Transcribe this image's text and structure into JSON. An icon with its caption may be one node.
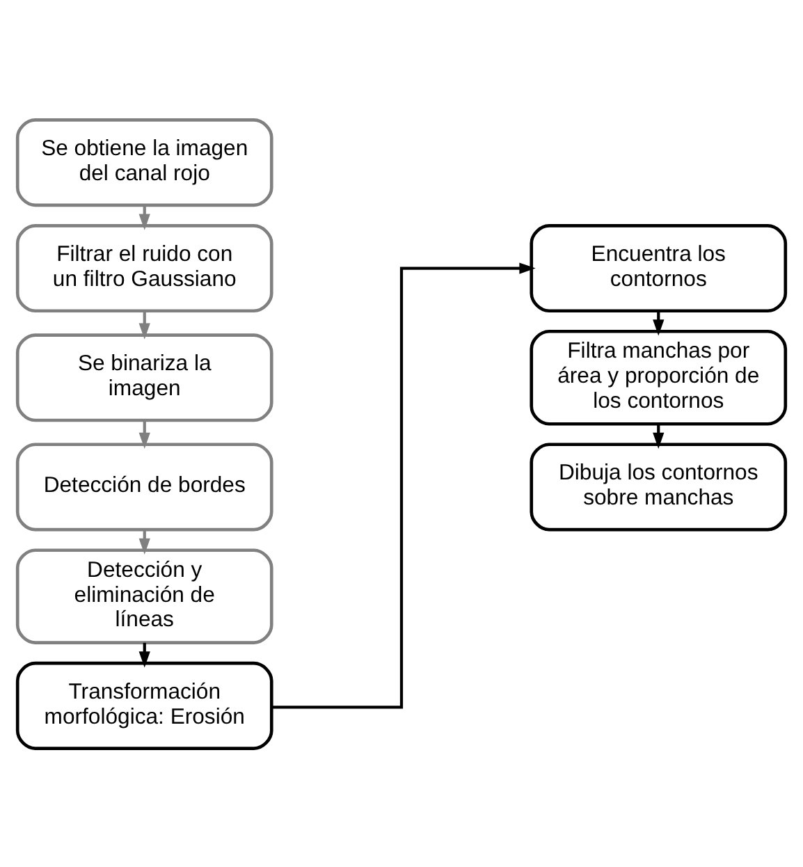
{
  "diagram": {
    "nodes": [
      {
        "text": [
          "Se obtiene la imagen del canal rojo"
        ]
      },
      {
        "text": [
          "Filtrar el ruido con un filtro Gaussiano"
        ]
      },
      {
        "text": [
          "Se binariza la imagen"
        ]
      },
      {
        "text": [
          "Detección de bordes"
        ]
      },
      {
        "text": [
          "Detección y eliminación de líneas"
        ]
      },
      {
        "text": [
          "Transformación morfológica: Erosión"
        ]
      },
      {
        "text": [
          "Encuentra los contornos"
        ]
      },
      {
        "text": [
          "Filtra manchas por área y proporción de los contornos"
        ]
      },
      {
        "text": [
          "Dibuja los contornos sobre manchas"
        ]
      }
    ],
    "edges": [
      {
        "from": 0,
        "to": 1,
        "arrow": "to",
        "color": "#808080"
      },
      {
        "from": 1,
        "to": 2,
        "arrow": "to",
        "color": "#808080"
      },
      {
        "from": 2,
        "to": 3,
        "arrow": "to",
        "color": "#808080"
      },
      {
        "from": 3,
        "to": 4,
        "arrow": "to",
        "color": "#808080"
      },
      {
        "from": 4,
        "to": 5,
        "arrow": "to",
        "color": "#000000"
      },
      {
        "from": 5,
        "to": 6,
        "arrow": "to",
        "color": "#000000"
      },
      {
        "from": 6,
        "to": 7,
        "arrow": "to",
        "color": "#000000"
      },
      {
        "from": 7,
        "to": 8,
        "arrow": "to",
        "color": "#000000"
      }
    ]
  }
}
